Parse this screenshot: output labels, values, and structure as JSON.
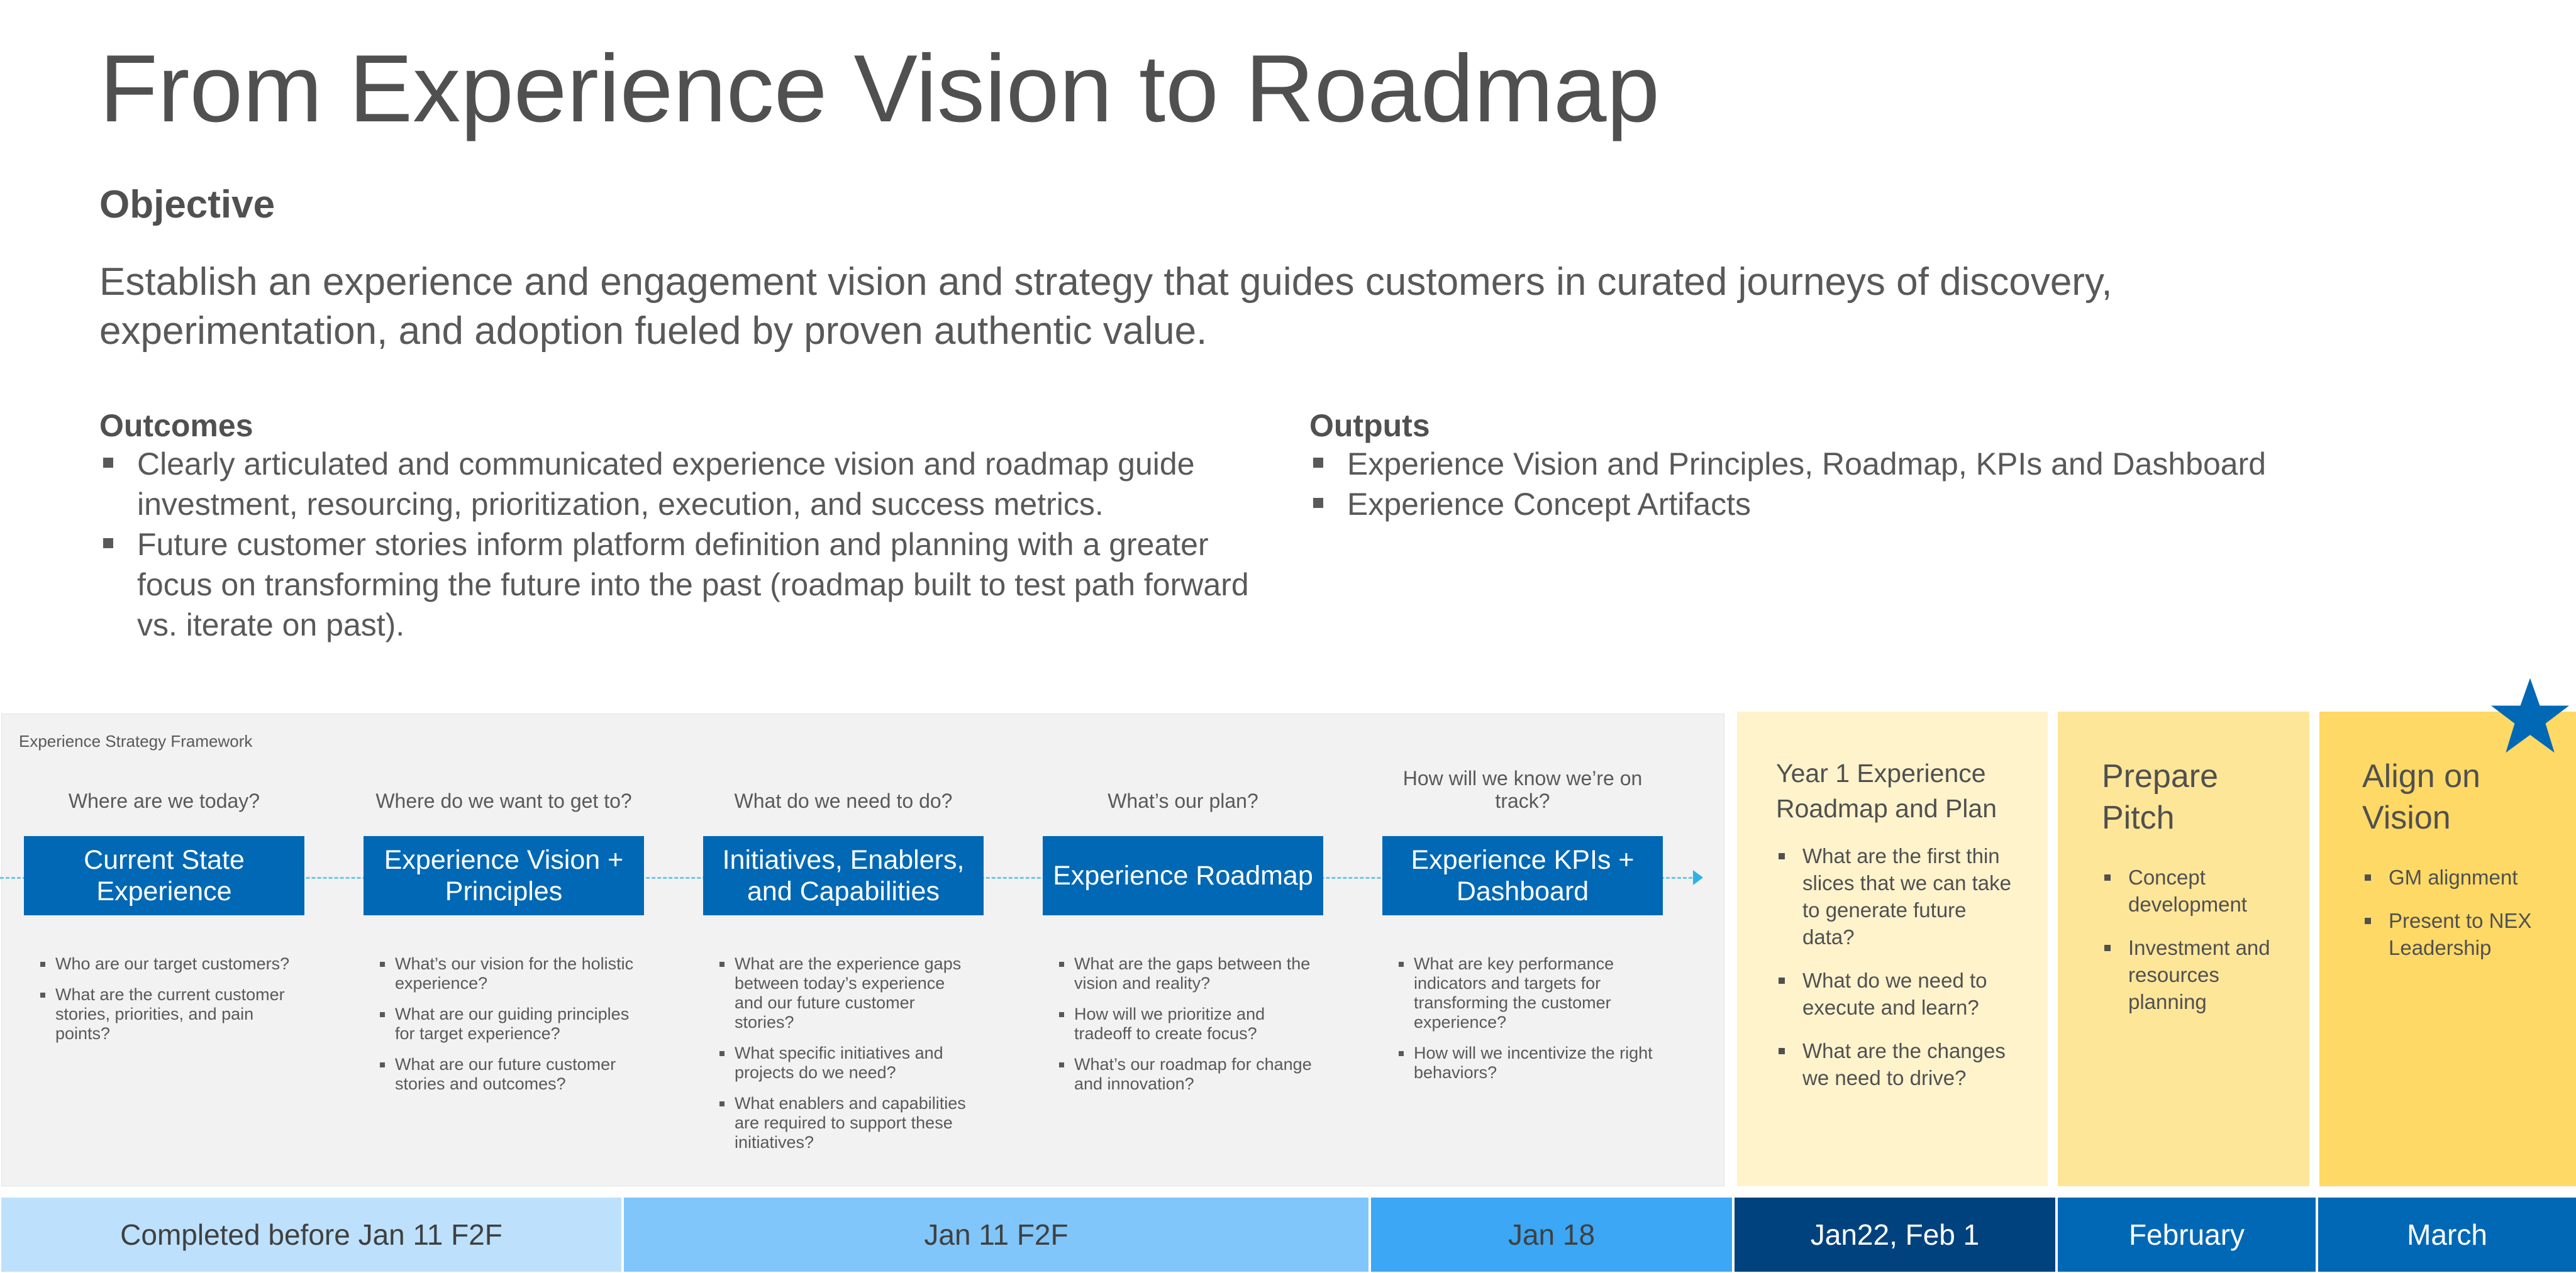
{
  "title": "From Experience Vision to Roadmap",
  "objective": {
    "heading": "Objective",
    "text": "Establish an experience and engagement vision and strategy that guides customers in curated journeys of discovery, experimentation, and adoption fueled by proven authentic value."
  },
  "outcomes": {
    "title": "Outcomes",
    "items": [
      "Clearly articulated and communicated experience vision and roadmap guide investment, resourcing, prioritization, execution, and success metrics.",
      "Future customer stories inform platform definition and planning with a greater focus on transforming the future into the past (roadmap built to test path forward vs. iterate on past)."
    ]
  },
  "outputs": {
    "title": "Outputs",
    "items": [
      "Experience Vision and Principles, Roadmap, KPIs and Dashboard",
      "Experience Concept Artifacts"
    ]
  },
  "framework": {
    "label": "Experience Strategy Framework",
    "stages": [
      {
        "question": "Where are we today?",
        "title": "Current State Experience",
        "items": [
          "Who are our target customers?",
          "What are the current customer stories, priorities, and pain points?"
        ]
      },
      {
        "question": "Where do we want to get to?",
        "title": "Experience Vision + Principles",
        "items": [
          "What’s our vision for the holistic experience?",
          "What are our guiding principles for target experience?",
          "What are our future customer stories and outcomes?"
        ]
      },
      {
        "question": "What do we need to do?",
        "title": "Initiatives, Enablers, and Capabilities",
        "items": [
          "What are the experience gaps between today’s experience and our future customer stories?",
          "What specific initiatives and projects do we need?",
          "What enablers and capabilities are required to support these initiatives?"
        ]
      },
      {
        "question": "What’s our plan?",
        "title": "Experience Roadmap",
        "items": [
          "What are the gaps between the vision and reality?",
          "How will we prioritize and tradeoff to create focus?",
          "What’s our roadmap for change and innovation?"
        ]
      },
      {
        "question": "How will we know we’re on track?",
        "title": "Experience KPIs + Dashboard",
        "items": [
          "What are key performance indicators and targets for transforming the customer experience?",
          "How will we incentivize the right behaviors?"
        ]
      }
    ]
  },
  "phases": [
    {
      "title": "Year 1 Experience Roadmap and Plan",
      "items": [
        "What are the first thin slices that we can take to generate future data?",
        "What do we need to execute and learn?",
        "What are the changes we need to drive?"
      ]
    },
    {
      "title": "Prepare Pitch",
      "items": [
        "Concept development",
        "Investment and resources planning"
      ]
    },
    {
      "title": "Align on Vision",
      "items": [
        "GM alignment",
        "Present to NEX Leadership"
      ]
    }
  ],
  "timeline": [
    "Completed before Jan 11 F2F",
    "Jan 11 F2F",
    "Jan 18",
    "Jan22, Feb 1",
    "February",
    "March"
  ],
  "colors": {
    "accent_blue": "#0068b5",
    "dark_blue": "#00427e",
    "star": "#0068b5"
  },
  "icons": {
    "star": "star-icon"
  }
}
